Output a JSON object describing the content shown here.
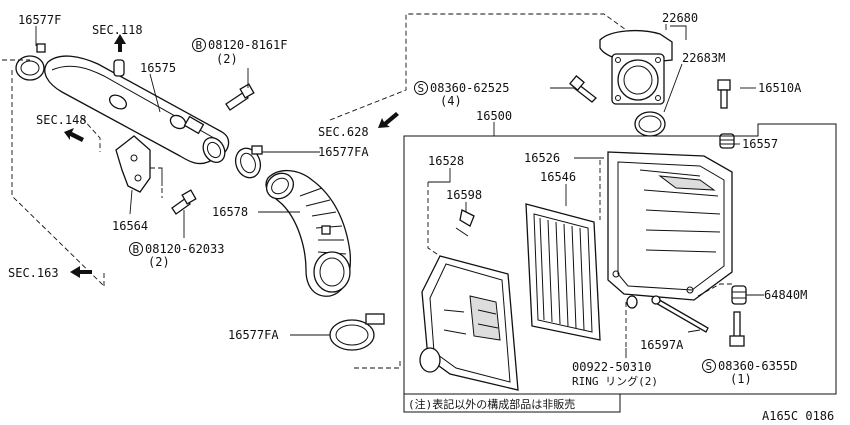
{
  "labels": {
    "p16577F": "16577F",
    "sec118": "SEC.118",
    "p16575": "16575",
    "bolt1_code": "08120-8161F",
    "bolt1_qty": "(2)",
    "bolt_b_letter": "B",
    "sec148": "SEC.148",
    "sec628": "SEC.628",
    "p16577FA_top": "16577FA",
    "p16564": "16564",
    "p16578": "16578",
    "bolt2_code": "08120-62033",
    "bolt2_qty": "(2)",
    "sec163": "SEC.163",
    "p16577FA_bottom": "16577FA",
    "p22680": "22680",
    "p22683M": "22683M",
    "screw_s_letter": "S",
    "screw1_code": "08360-62525",
    "screw1_qty": "(4)",
    "p16510A": "16510A",
    "p16500": "16500",
    "p16557": "16557",
    "p16528": "16528",
    "p16526": "16526",
    "p16598": "16598",
    "p16546": "16546",
    "p64840M": "64840M",
    "p16597A": "16597A",
    "ring_code": "00922-50310",
    "ring_text": "RING リング(2)",
    "screw2_code": "08360-6355D",
    "screw2_qty": "(1)",
    "note": "(注)表記以外の構成部品は非販売",
    "figure_id": "A165C 0186"
  }
}
